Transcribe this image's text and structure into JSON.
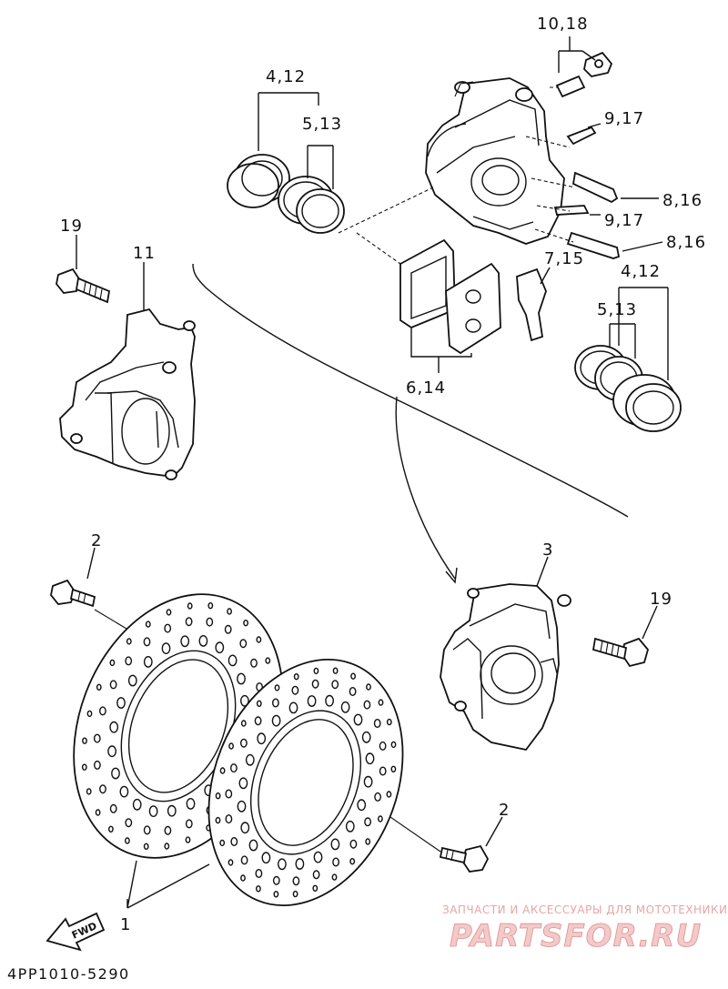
{
  "diagram": {
    "callouts": {
      "c10_18": "10,18",
      "c4_12_top": "4,12",
      "c5_13_top": "5,13",
      "c9_17_a": "9,17",
      "c8_16_a": "8,16",
      "c9_17_b": "9,17",
      "c8_16_b": "8,16",
      "c19_left": "19",
      "c11": "11",
      "c7_15": "7,15",
      "c4_12_right": "4,12",
      "c5_13_right": "5,13",
      "c6_14": "6,14",
      "c2_top": "2",
      "c3": "3",
      "c19_right": "19",
      "c2_bottom": "2",
      "c1": "1"
    },
    "fwd_label": "FWD",
    "ref_code": "4PP1010-5290"
  },
  "watermark": {
    "tagline": "ЗАПЧАСТИ И АКСЕССУАРЫ ДЛЯ МОТОТЕХНИКИ",
    "logo_text": "PARTSFOR.RU"
  }
}
